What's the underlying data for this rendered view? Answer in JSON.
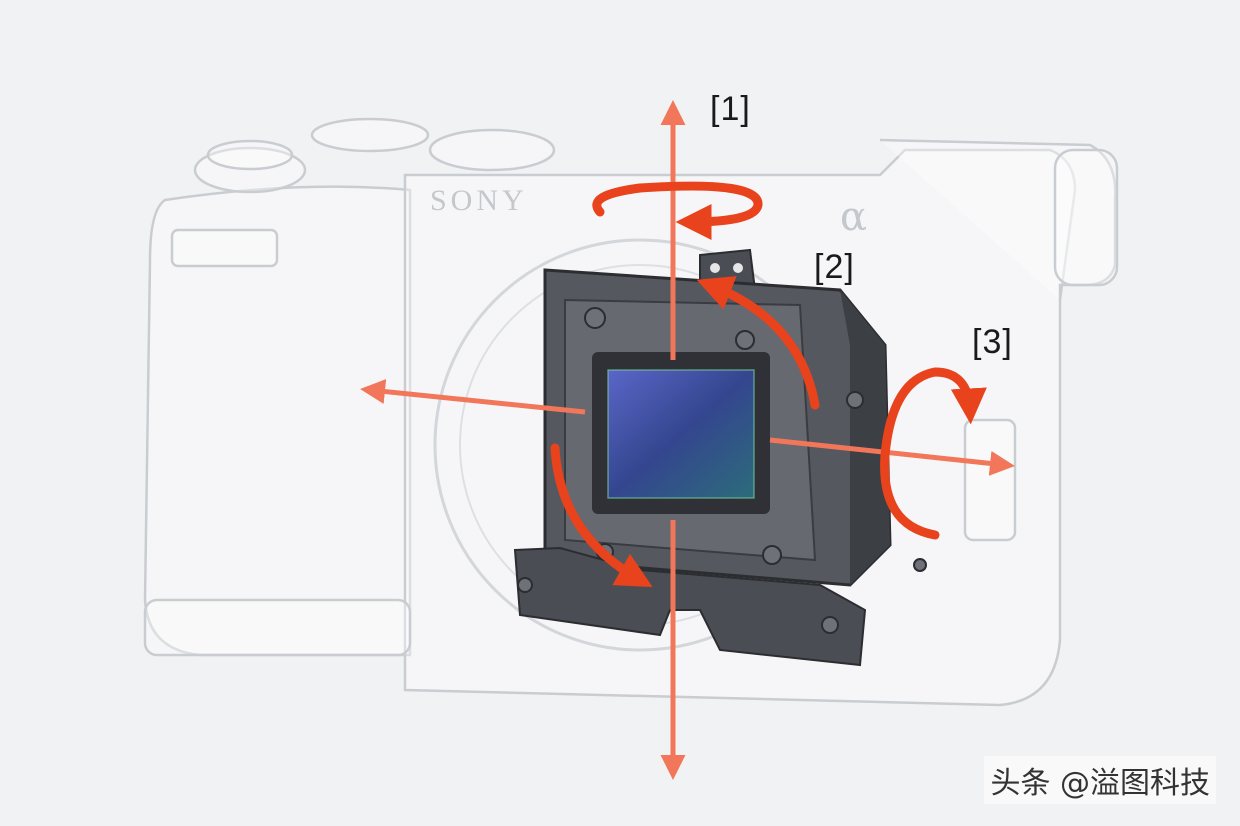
{
  "labels": {
    "axis_1": "[1]",
    "axis_2": "[2]",
    "axis_3": "[3]"
  },
  "camera": {
    "brand_text": "SONY",
    "model_mark": "α"
  },
  "watermark": {
    "text": "头条 @溢图科技"
  },
  "colors": {
    "arrow": "#f2775a",
    "rotation_arrow": "#e8431c",
    "sensor_frame": "#2f3136",
    "sensor_glass": "#3a4a9a",
    "camera_outline": "#c9ccd1"
  }
}
